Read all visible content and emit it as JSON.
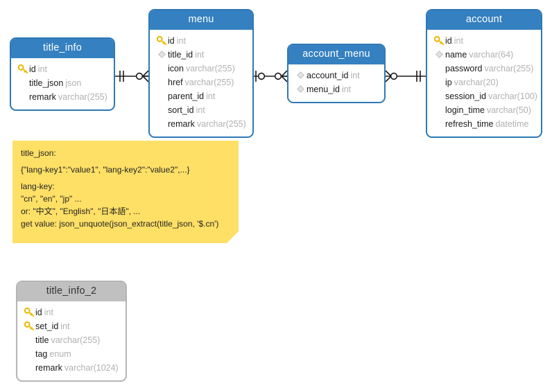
{
  "diagram": {
    "title": "Database ER diagram",
    "colors": {
      "header_blue": "#3580c0",
      "border_blue": "#2f79b5",
      "header_gray": "#c0c0c0",
      "note_yellow": "#ffe066",
      "key_gold": "#f5c518",
      "type_gray": "#b0b0b0"
    }
  },
  "entities": [
    {
      "id": "title_info",
      "name": "title_info",
      "header_style": "blue",
      "fields": [
        {
          "marker": "key-icon",
          "name": "id",
          "type": "int"
        },
        {
          "marker": "none",
          "name": "title_json",
          "type": "json"
        },
        {
          "marker": "none",
          "name": "remark",
          "type": "varchar(255)"
        }
      ]
    },
    {
      "id": "menu",
      "name": "menu",
      "header_style": "blue",
      "fields": [
        {
          "marker": "key-icon",
          "name": "id",
          "type": "int"
        },
        {
          "marker": "diamond-icon",
          "name": "title_id",
          "type": "int"
        },
        {
          "marker": "none",
          "name": "icon",
          "type": "varchar(255)"
        },
        {
          "marker": "none",
          "name": "href",
          "type": "varchar(255)"
        },
        {
          "marker": "none",
          "name": "parent_id",
          "type": "int"
        },
        {
          "marker": "none",
          "name": "sort_id",
          "type": "int"
        },
        {
          "marker": "none",
          "name": "remark",
          "type": "varchar(255)"
        }
      ]
    },
    {
      "id": "account_menu",
      "name": "account_menu",
      "header_style": "blue",
      "fields": [
        {
          "marker": "diamond-icon",
          "name": "account_id",
          "type": "int"
        },
        {
          "marker": "diamond-icon",
          "name": "menu_id",
          "type": "int"
        }
      ]
    },
    {
      "id": "account",
      "name": "account",
      "header_style": "blue",
      "fields": [
        {
          "marker": "key-icon",
          "name": "id",
          "type": "int"
        },
        {
          "marker": "diamond-icon",
          "name": "name",
          "type": "varchar(64)"
        },
        {
          "marker": "none",
          "name": "password",
          "type": "varchar(255)"
        },
        {
          "marker": "none",
          "name": "ip",
          "type": "varchar(20)"
        },
        {
          "marker": "none",
          "name": "session_id",
          "type": "varchar(100)"
        },
        {
          "marker": "none",
          "name": "login_time",
          "type": "varchar(50)"
        },
        {
          "marker": "none",
          "name": "refresh_time",
          "type": "datetime"
        }
      ]
    },
    {
      "id": "title_info_2",
      "name": "title_info_2",
      "header_style": "gray",
      "fields": [
        {
          "marker": "key-icon",
          "name": "id",
          "type": "int"
        },
        {
          "marker": "key-icon",
          "name": "set_id",
          "type": "int"
        },
        {
          "marker": "none",
          "name": "title",
          "type": "varchar(255)"
        },
        {
          "marker": "none",
          "name": "tag",
          "type": "enum"
        },
        {
          "marker": "none",
          "name": "remark",
          "type": "varchar(1024)"
        }
      ]
    }
  ],
  "relationships": [
    {
      "id": "title_info-menu",
      "from": "title_info",
      "to": "menu",
      "from_cardinality": "one-and-only-one",
      "to_cardinality": "zero-or-many"
    },
    {
      "id": "menu-account_menu",
      "from": "menu",
      "to": "account_menu",
      "from_cardinality": "zero-or-one",
      "to_cardinality": "zero-or-many"
    },
    {
      "id": "account_menu-account",
      "from": "account_menu",
      "to": "account",
      "from_cardinality": "zero-or-many",
      "to_cardinality": "one-and-only-one"
    }
  ],
  "note": {
    "id": "title_json-note",
    "lines": [
      "title_json:",
      "{\"lang-key1\":\"value1\", \"lang-key2\":\"value2\",...}",
      "lang-key:",
      "\"cn\", \"en\", \"jp\" ...",
      "or: \"中文\", \"English\", \"日本語\", ...",
      "get value: json_unquote(json_extract(title_json, '$.cn')"
    ]
  }
}
